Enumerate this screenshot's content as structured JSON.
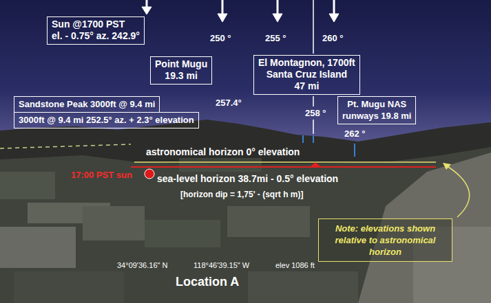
{
  "diagram": {
    "nodes": [
      {
        "text": [
          "Sun @1700 PST",
          "el. - 0.75° az. 242.9°"
        ]
      },
      {
        "text": [
          "Point Mugu",
          "19.3 mi"
        ]
      },
      {
        "text": [
          "El Montagnon, 1700ft",
          "Santa Cruz Island",
          "47 mi"
        ]
      },
      {
        "text": [
          "Sandstone Peak 3000ft @ 9.4 mi"
        ]
      },
      {
        "text": [
          "3000ft @ 9.4 mi 252.5° az. + 2.3° elevation"
        ]
      },
      {
        "text": [
          "Pt. Mugu NAS",
          "runways 19.8 mi"
        ]
      },
      {
        "text": [
          "Note: elevations shown relative to astronomical horizon"
        ]
      }
    ],
    "labels": [
      "250 °",
      "255 °",
      "260 °",
      "257.4°",
      "258 °",
      "262 °",
      "astronomical horizon 0° elevation",
      "17:00 PST sun",
      "sea-level horizon 38.7mi - 0.5° elevation",
      "[horizon dip = 1,75' - (sqrt h m)]",
      "34°09'36.16\" N",
      "118°46'39.15\" W",
      "elev 1086 ft",
      "Location A"
    ]
  }
}
